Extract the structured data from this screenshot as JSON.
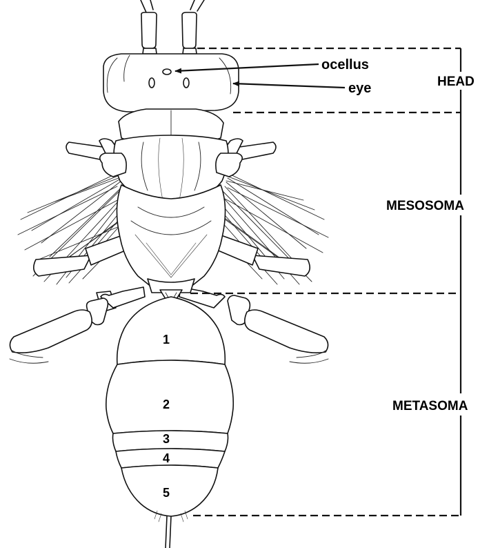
{
  "labels": {
    "ocellus": "ocellus",
    "eye": "eye",
    "head": "HEAD",
    "mesosoma": "MESOSOMA",
    "metasoma": "METASOMA"
  },
  "segments": [
    "1",
    "2",
    "3",
    "4",
    "5"
  ]
}
